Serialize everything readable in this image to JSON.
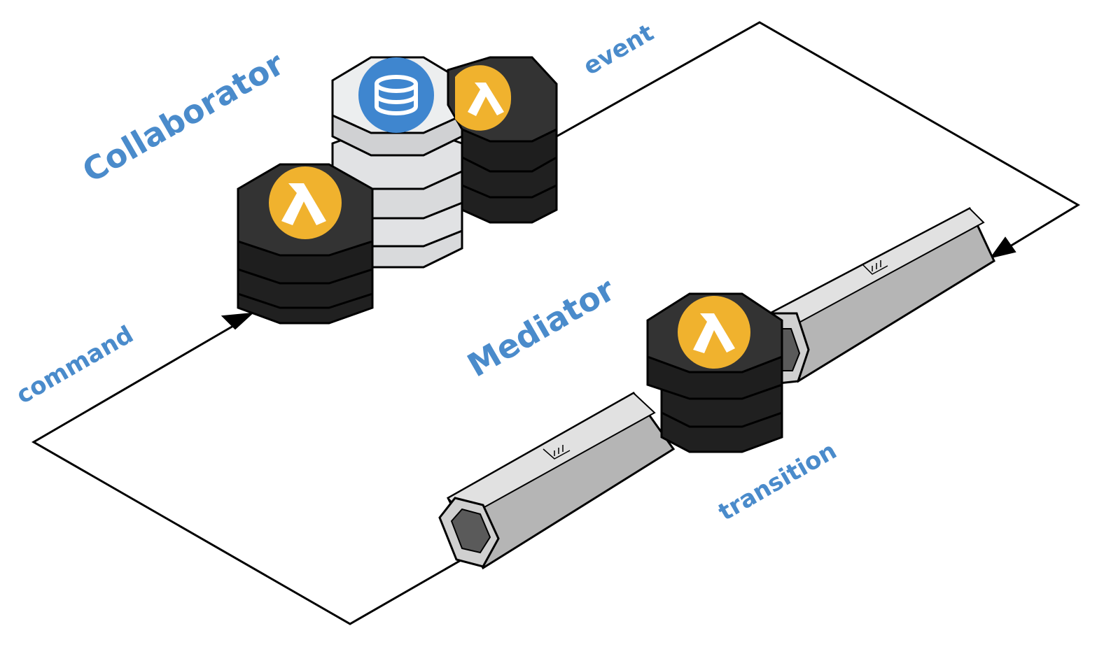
{
  "labels": {
    "collaborator": "Collaborator",
    "event": "event",
    "mediator": "Mediator",
    "command": "command",
    "transition": "transition"
  },
  "colors": {
    "label": "#4a8bcb",
    "lambda_badge": "#f0b22e",
    "database_badge": "#3f86cf",
    "dark_stack": "#2a2a2a",
    "light_stack": "#e3e5e7",
    "stream": "#c8c8c8",
    "connector": "#000000"
  },
  "icons": {
    "lambda": "lambda-icon",
    "database": "database-icon",
    "stream": "kinesis-stream-icon"
  }
}
